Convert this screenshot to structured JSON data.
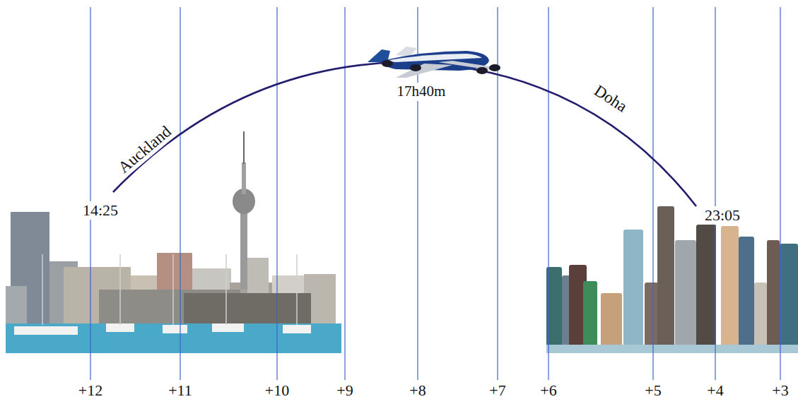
{
  "diagram": {
    "labels": [
      "Auckland",
      "14:25",
      "17h40m",
      "Doha",
      "23:05",
      "+12",
      "+11",
      "+10",
      "+9",
      "+8",
      "+7",
      "+6",
      "+5",
      "+4",
      "+3"
    ]
  }
}
